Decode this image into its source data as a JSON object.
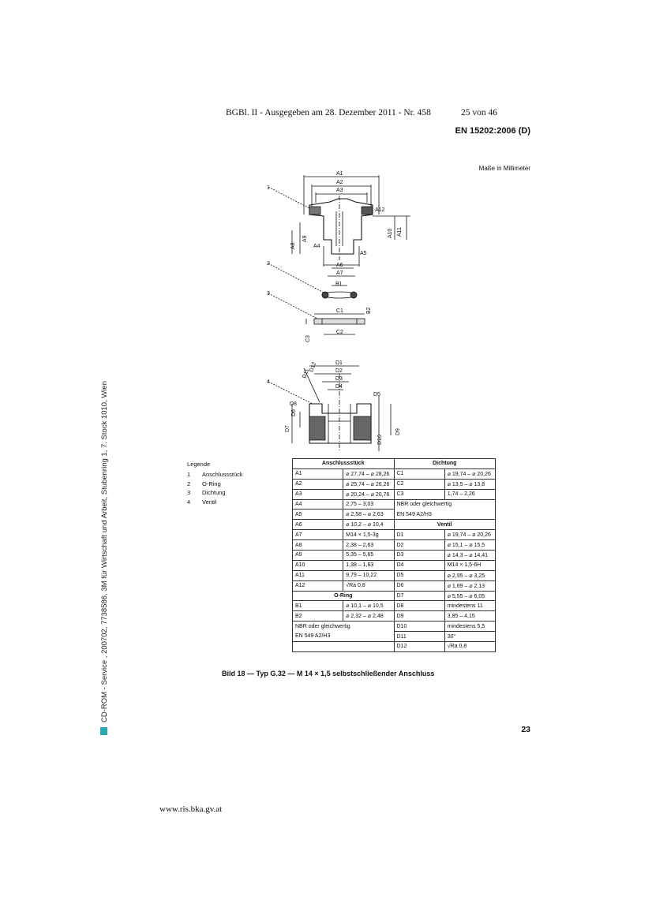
{
  "header": {
    "gazette": "BGBl. II - Ausgegeben am 28. Dezember 2011 - Nr. 458",
    "page_of": "25 von 46"
  },
  "standard_id": "EN 15202:2006 (D)",
  "units_note": "Maße in Millimeter",
  "side_text": "CD-ROM - Service , 200702, 7738586, 3M für Wirtschaft und Arbeit, Stubenring 1, 7. Stock 1010, Wien",
  "drawing": {
    "labels": [
      "A1",
      "A2",
      "A3",
      "A12",
      "A11",
      "A10",
      "A9",
      "A8",
      "A4",
      "A5",
      "A6",
      "A7",
      "B1",
      "B2",
      "C1",
      "C2",
      "C3",
      "D1",
      "D2",
      "D3",
      "D4",
      "D5",
      "D6",
      "D7",
      "D8",
      "D9",
      "D10",
      "D11",
      "D12"
    ],
    "callouts": [
      "1",
      "2",
      "3",
      "4"
    ]
  },
  "legend": {
    "title": "Legende",
    "items": [
      {
        "num": "1",
        "label": "Anschlussstück"
      },
      {
        "num": "2",
        "label": "O-Ring"
      },
      {
        "num": "3",
        "label": "Dichtung"
      },
      {
        "num": "4",
        "label": "Ventil"
      }
    ]
  },
  "table": {
    "head_left": "Anschlussstück",
    "head_right": "Dichtung",
    "rows": [
      {
        "lk": "A1",
        "lv": "⌀ 27,74 – ⌀ 28,26",
        "rk": "C1",
        "rv": "⌀ 19,74 – ⌀ 20,26"
      },
      {
        "lk": "A2",
        "lv": "⌀ 25,74 – ⌀ 26,26",
        "rk": "C2",
        "rv": "⌀ 13,5 – ⌀ 13,8"
      },
      {
        "lk": "A3",
        "lv": "⌀ 20,24 – ⌀ 20,76",
        "rk": "C3",
        "rv": "1,74 – 2,26"
      },
      {
        "lk": "A4",
        "lv": "2,75 – 3,03"
      },
      {
        "lk": "A5",
        "lv": "⌀ 2,58 – ⌀ 2,63"
      },
      {
        "lk": "A6",
        "lv": "⌀ 10,2 – ⌀ 10,4"
      },
      {
        "lk": "A7",
        "lv": "M14 × 1,5-3g",
        "rk": "D1",
        "rv": "⌀ 19,74 – ⌀ 20,26"
      },
      {
        "lk": "A8",
        "lv": "2,38 – 2,63",
        "rk": "D2",
        "rv": "⌀ 15,1 – ⌀ 15,5"
      },
      {
        "lk": "A9",
        "lv": "5,35 – 5,65",
        "rk": "D3",
        "rv": "⌀ 14,3 – ⌀ 14,41"
      },
      {
        "lk": "A10",
        "lv": "1,38 – 1,63",
        "rk": "D4",
        "rv": "M14 × 1,5-6H"
      },
      {
        "lk": "A11",
        "lv": "9,79 – 10,22",
        "rk": "D5",
        "rv": "⌀ 2,95 – ⌀ 3,25"
      },
      {
        "lk": "A12",
        "lv": "√Ra 0,8",
        "rk": "D6",
        "rv": "⌀ 1,89 – ⌀ 2,13"
      },
      {
        "rk": "D7",
        "rv": "⌀ 5,55 – ⌀ 6,05"
      },
      {
        "lk": "B1",
        "lv": "⌀ 10,1 – ⌀ 10,5",
        "rk": "D8",
        "rv": "mindestens 11"
      },
      {
        "lk": "B2",
        "lv": "⌀ 2,32 – ⌀ 2,48",
        "rk": "D9",
        "rv": "3,85 – 4,15"
      },
      {
        "rk": "D10",
        "rv": "mindestens 5,5"
      },
      {
        "rk": "D11",
        "rv": "30°"
      },
      {
        "rk": "D12",
        "rv": "√Ra 0,8"
      }
    ],
    "material_dichtung": "NBR oder gleichwertig",
    "norm_dichtung": "EN 549 A2/H3",
    "head_ventil": "Ventil",
    "head_oring": "O-Ring",
    "material_oring": "NBR oder gleichwertig",
    "norm_oring": "EN 549 A2/H3"
  },
  "caption": "Bild 18 — Typ G.32 — M 14 × 1,5 selbstschließender Anschluss",
  "footer": {
    "page_number": "23",
    "url": "www.ris.bka.gv.at"
  },
  "colors": {
    "logo": "#2aa8b0"
  }
}
